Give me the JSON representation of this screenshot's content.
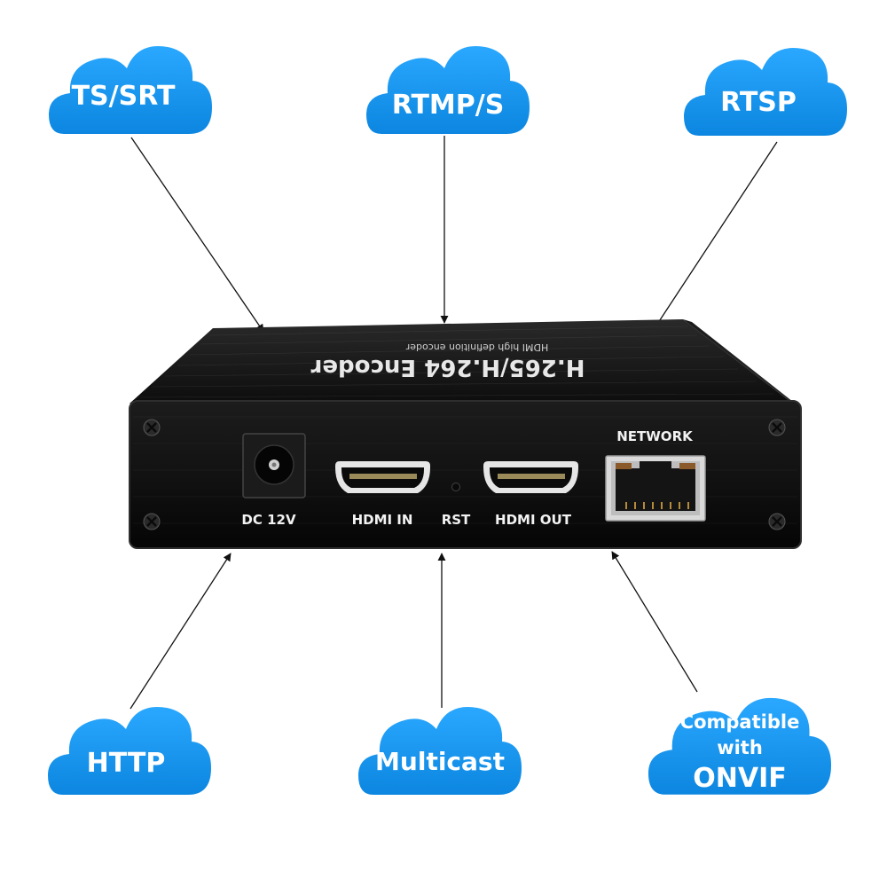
{
  "clouds": {
    "ts_srt": "TS/SRT",
    "rtmp": "RTMP/S",
    "rtsp": "RTSP",
    "http": "HTTP",
    "multicast": "Multicast",
    "onvif_line1": "Compatible",
    "onvif_line2": "with",
    "onvif_line3": "ONVIF"
  },
  "device": {
    "top_title": "H.265/H.264 Encoder",
    "top_subtitle": "HDMI high definition encoder",
    "ports": {
      "dc": "DC 12V",
      "hdmi_in": "HDMI IN",
      "rst": "RST",
      "hdmi_out": "HDMI OUT",
      "network": "NETWORK"
    }
  },
  "colors": {
    "cloud": "#1e9bf0",
    "device_body": "#111111",
    "arrow": "#111111"
  }
}
